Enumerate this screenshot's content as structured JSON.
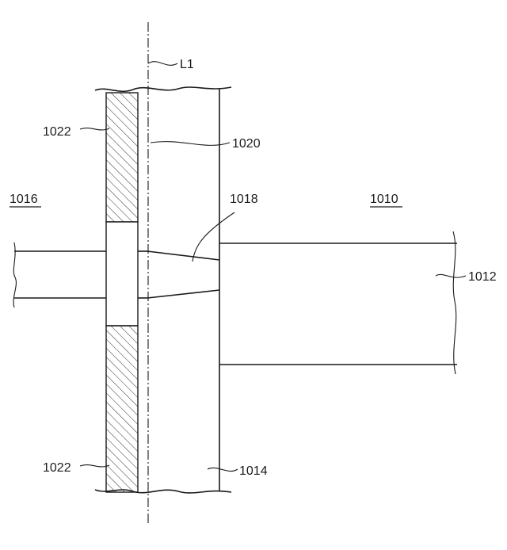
{
  "labels": {
    "axis_label": "L1",
    "wall_upper_label": "1022",
    "wall_lower_label": "1022",
    "plate_label": "1020",
    "region_left_label": "1016",
    "region_right_label": "1010",
    "throat_label": "1018",
    "pipe_label": "1012",
    "panel_label": "1014"
  }
}
